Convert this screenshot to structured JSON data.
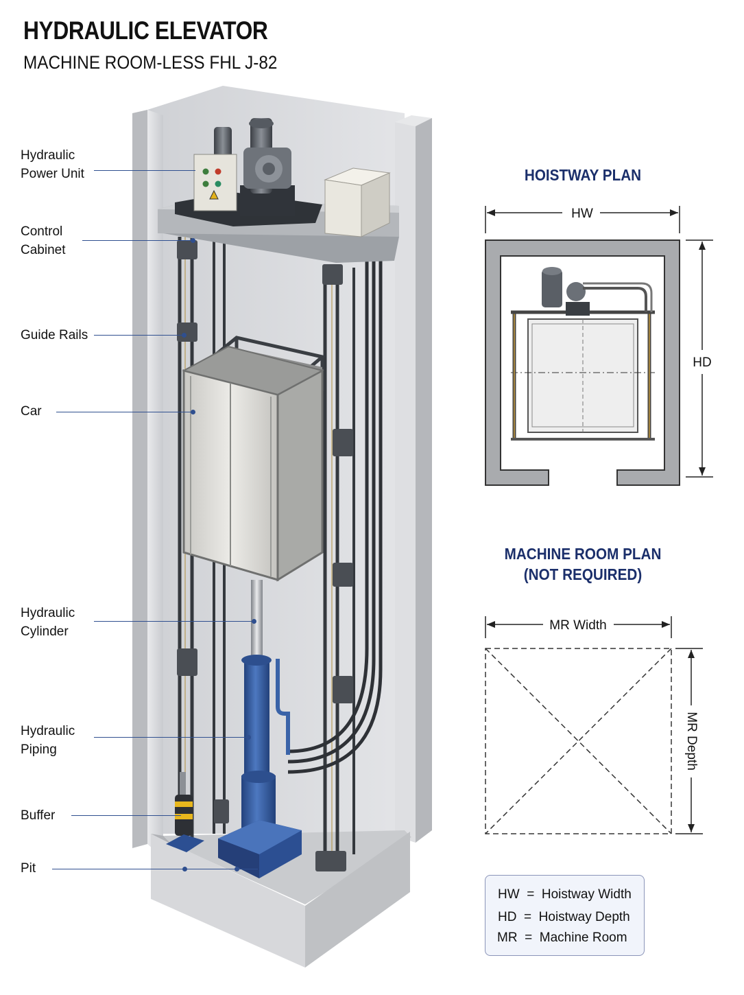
{
  "header": {
    "title": "HYDRAULIC ELEVATOR",
    "subtitle": "MACHINE ROOM-LESS FHL J-82"
  },
  "callouts": [
    {
      "id": "power-unit",
      "lines": [
        "Hydraulic",
        "Power Unit"
      ]
    },
    {
      "id": "control-cabinet",
      "lines": [
        "Control",
        "Cabinet"
      ]
    },
    {
      "id": "guide-rails",
      "lines": [
        "Guide Rails"
      ]
    },
    {
      "id": "car",
      "lines": [
        "Car"
      ]
    },
    {
      "id": "cylinder",
      "lines": [
        "Hydraulic",
        "Cylinder"
      ]
    },
    {
      "id": "piping",
      "lines": [
        "Hydraulic",
        "Piping"
      ]
    },
    {
      "id": "buffer",
      "lines": [
        "Buffer"
      ]
    },
    {
      "id": "pit",
      "lines": [
        "Pit"
      ]
    }
  ],
  "hoistway_plan": {
    "title": "HOISTWAY PLAN",
    "width_label": "HW",
    "depth_label": "HD"
  },
  "machine_room_plan": {
    "title_line1": "MACHINE ROOM PLAN",
    "title_line2": "(NOT REQUIRED)",
    "width_label": "MR Width",
    "depth_label": "MR Depth"
  },
  "legend": [
    {
      "abbr": "HW",
      "meaning": "Hoistway Width"
    },
    {
      "abbr": "HD",
      "meaning": "Hoistway Depth"
    },
    {
      "abbr": "MR",
      "meaning": "Machine Room"
    }
  ],
  "colors": {
    "accent_navy": "#1b2f6b",
    "leader_blue": "#2f4f8f",
    "cylinder_blue": "#3a63a8",
    "wall_gray": "#d4d6da",
    "plan_wall": "#a9abae"
  }
}
